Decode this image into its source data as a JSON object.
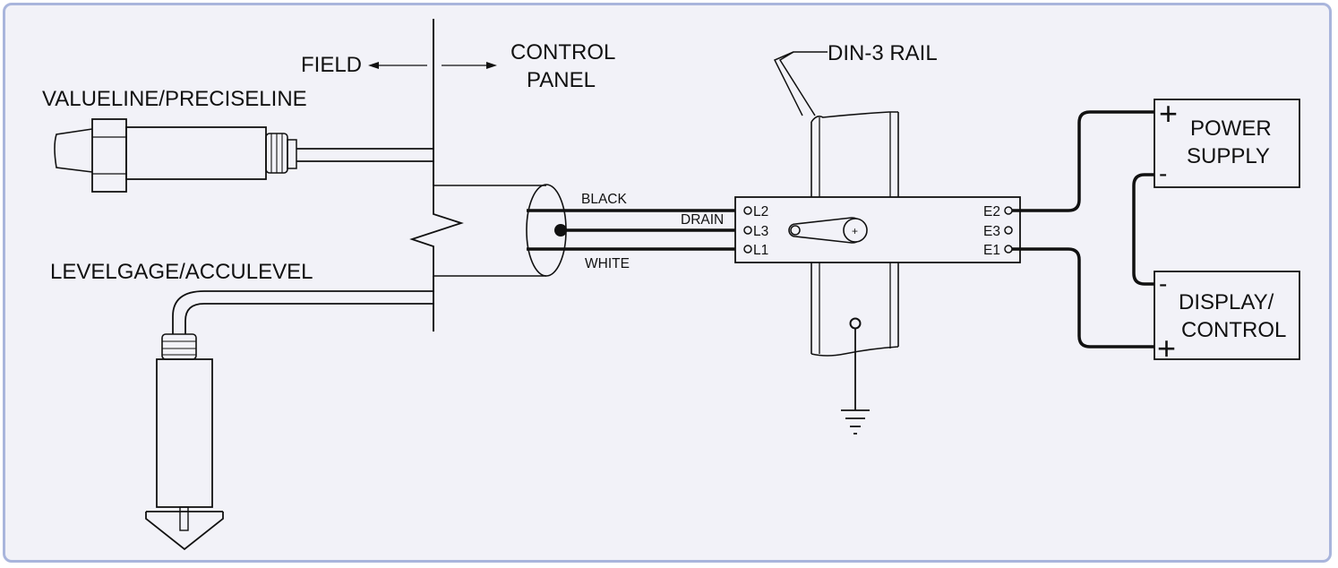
{
  "labels": {
    "field": "FIELD",
    "control_panel_line1": "CONTROL",
    "control_panel_line2": "PANEL",
    "din_rail": "DIN-3 RAIL",
    "valueline": "VALUELINE/PRECISELINE",
    "levelgage": "LEVELGAGE/ACCULEVEL",
    "black": "BLACK",
    "drain": "DRAIN",
    "white": "WHITE",
    "power_supply_line1": "POWER",
    "power_supply_line2": "SUPPLY",
    "display_line1": "DISPLAY/",
    "display_line2": "CONTROL"
  },
  "terminals": {
    "left": [
      "L2",
      "L3",
      "L1"
    ],
    "right": [
      "E2",
      "E3",
      "E1"
    ],
    "screw": "+"
  },
  "polarity": {
    "power_plus": "+",
    "power_minus": "-",
    "display_minus": "-",
    "display_plus": "+"
  },
  "colors": {
    "frame_border": "#a9b5dc",
    "background": "#f2f2f8",
    "ink": "#111111"
  }
}
